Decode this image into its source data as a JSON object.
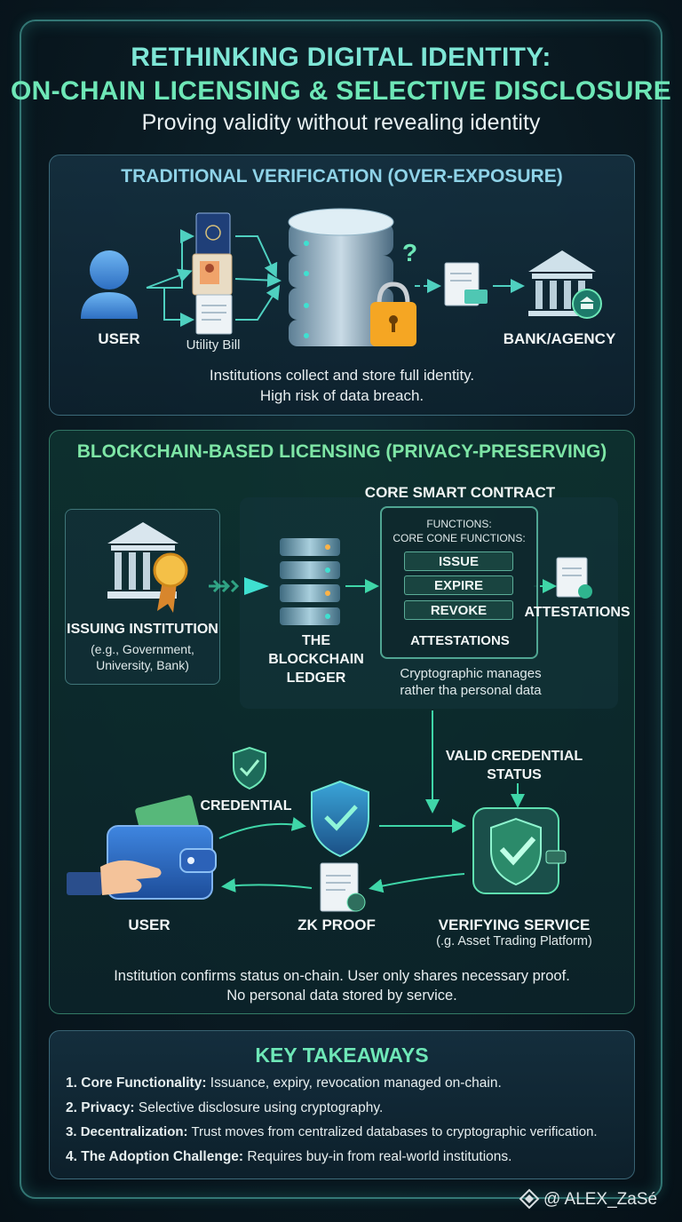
{
  "header": {
    "title_line1": "RETHINKING DIGITAL IDENTITY:",
    "title_line2": "ON-CHAIN LICENSING & SELECTIVE DISCLOSURE",
    "subtitle": "Proving validity without revealing identity"
  },
  "traditional": {
    "title": "TRADITIONAL VERIFICATION (OVER-EXPOSURE)",
    "user_label": "USER",
    "doc_label": "Utility Bill",
    "bank_label": "BANK/AGENCY",
    "question_mark": "?",
    "desc_line1": "Institutions collect and store full identity.",
    "desc_line2": "High risk of data breach."
  },
  "blockchain": {
    "title": "BLOCKCHAIN-BASED LICENSING (PRIVACY-PRESERVING)",
    "contract_title": "CORE SMART CONTRACT",
    "functions_heading1": "FUNCTIONS:",
    "functions_heading2": "CORE CONE FUNCTIONS:",
    "functions": [
      "ISSUE",
      "EXPIRE",
      "REVOKE"
    ],
    "contract_footer": "ATTESTATIONS",
    "attestations_label": "ATTESTATIONS",
    "issuer_label": "ISSUING INSTITUTION",
    "issuer_sub1": "(e.g., Government,",
    "issuer_sub2": "University, Bank)",
    "ledger_line1": "THE",
    "ledger_line2": "BLOCKCHAIN",
    "ledger_line3": "LEDGER",
    "crypto_line1": "Cryptographic manages",
    "crypto_line2": "rather tha personal data",
    "valid_line1": "VALID CREDENTIAL",
    "valid_line2": "STATUS",
    "credential_label": "CREDENTIAL",
    "user_label": "USER",
    "zk_label": "ZK PROOF",
    "verifier_label": "VERIFYING SERVICE",
    "verifier_sub": "(.g. Asset Trading Platform)",
    "desc_line1": "Institution confirms status on-chain. User only shares necessary proof.",
    "desc_line2": "No personal data stored by service."
  },
  "takeaways": {
    "title": "KEY TAKEAWAYS",
    "items": [
      {
        "num": "1.",
        "head": "Core Functionality:",
        "text": "Issuance, expiry, revocation managed on-chain."
      },
      {
        "num": "2.",
        "head": "Privacy:",
        "text": "Selective disclosure using cryptography."
      },
      {
        "num": "3.",
        "head": "Decentralization:",
        "text": "Trust moves from centralized databases to cryptographic verification."
      },
      {
        "num": "4.",
        "head": "The Adoption Challenge:",
        "text": "Requires buy-in from real-world institutions."
      }
    ]
  },
  "watermark": "@ ALEX_ZaSé",
  "colors": {
    "accent_teal": "#7ee6d6",
    "accent_green": "#6ee7b7",
    "warning_orange": "#f5a623"
  }
}
